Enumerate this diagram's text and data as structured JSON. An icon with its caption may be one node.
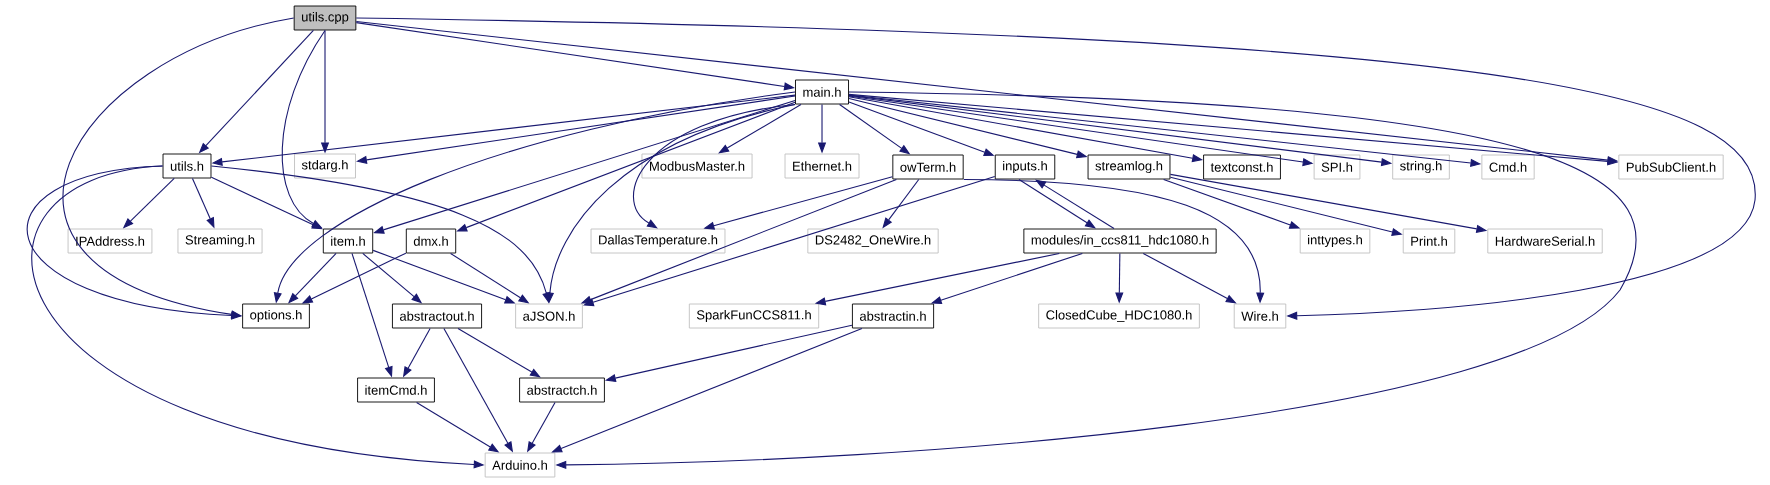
{
  "diagram": {
    "nodes": [
      {
        "text": [
          "utils.cpp"
        ]
      },
      {
        "text": [
          "main.h"
        ]
      },
      {
        "text": [
          "utils.h"
        ]
      },
      {
        "text": [
          "stdarg.h"
        ]
      },
      {
        "text": [
          "ModbusMaster.h"
        ]
      },
      {
        "text": [
          "Ethernet.h"
        ]
      },
      {
        "text": [
          "owTerm.h"
        ]
      },
      {
        "text": [
          "inputs.h"
        ]
      },
      {
        "text": [
          "streamlog.h"
        ]
      },
      {
        "text": [
          "textconst.h"
        ]
      },
      {
        "text": [
          "SPI.h"
        ]
      },
      {
        "text": [
          "string.h"
        ]
      },
      {
        "text": [
          "Cmd.h"
        ]
      },
      {
        "text": [
          "PubSubClient.h"
        ]
      },
      {
        "text": [
          "IPAddress.h"
        ]
      },
      {
        "text": [
          "Streaming.h"
        ]
      },
      {
        "text": [
          "item.h"
        ]
      },
      {
        "text": [
          "dmx.h"
        ]
      },
      {
        "text": [
          "DallasTemperature.h"
        ]
      },
      {
        "text": [
          "DS2482_OneWire.h"
        ]
      },
      {
        "text": [
          "modules/in_ccs811_hdc1080.h"
        ]
      },
      {
        "text": [
          "inttypes.h"
        ]
      },
      {
        "text": [
          "Print.h"
        ]
      },
      {
        "text": [
          "HardwareSerial.h"
        ]
      },
      {
        "text": [
          "options.h"
        ]
      },
      {
        "text": [
          "abstractout.h"
        ]
      },
      {
        "text": [
          "aJSON.h"
        ]
      },
      {
        "text": [
          "SparkFunCCS811.h"
        ]
      },
      {
        "text": [
          "abstractin.h"
        ]
      },
      {
        "text": [
          "ClosedCube_HDC1080.h"
        ]
      },
      {
        "text": [
          "Wire.h"
        ]
      },
      {
        "text": [
          "itemCmd.h"
        ]
      },
      {
        "text": [
          "abstractch.h"
        ]
      },
      {
        "text": [
          "Arduino.h"
        ]
      }
    ],
    "edges": [
      {
        "from": 0,
        "to": 1,
        "arrow": "to"
      },
      {
        "from": 0,
        "to": 2,
        "arrow": "to"
      },
      {
        "from": 0,
        "to": 3,
        "arrow": "to"
      },
      {
        "from": 0,
        "to": 16,
        "arrow": "to"
      },
      {
        "from": 0,
        "to": 24,
        "arrow": "to"
      },
      {
        "from": 0,
        "to": 13,
        "arrow": "to"
      },
      {
        "from": 0,
        "to": 30,
        "arrow": "to"
      },
      {
        "from": 1,
        "to": 2,
        "arrow": "to"
      },
      {
        "from": 1,
        "to": 3,
        "arrow": "to"
      },
      {
        "from": 1,
        "to": 24,
        "arrow": "to"
      },
      {
        "from": 1,
        "to": 16,
        "arrow": "to"
      },
      {
        "from": 1,
        "to": 17,
        "arrow": "to"
      },
      {
        "from": 1,
        "to": 26,
        "arrow": "to"
      },
      {
        "from": 1,
        "to": 18,
        "arrow": "to"
      },
      {
        "from": 1,
        "to": 4,
        "arrow": "to"
      },
      {
        "from": 1,
        "to": 5,
        "arrow": "to"
      },
      {
        "from": 1,
        "to": 6,
        "arrow": "to"
      },
      {
        "from": 1,
        "to": 7,
        "arrow": "to"
      },
      {
        "from": 1,
        "to": 8,
        "arrow": "to"
      },
      {
        "from": 1,
        "to": 9,
        "arrow": "to"
      },
      {
        "from": 1,
        "to": 10,
        "arrow": "to"
      },
      {
        "from": 1,
        "to": 11,
        "arrow": "to"
      },
      {
        "from": 1,
        "to": 12,
        "arrow": "to"
      },
      {
        "from": 1,
        "to": 13,
        "arrow": "to"
      },
      {
        "from": 1,
        "to": 33,
        "arrow": "to"
      },
      {
        "from": 2,
        "to": 14,
        "arrow": "to"
      },
      {
        "from": 2,
        "to": 15,
        "arrow": "to"
      },
      {
        "from": 2,
        "to": 16,
        "arrow": "to"
      },
      {
        "from": 2,
        "to": 26,
        "arrow": "to"
      },
      {
        "from": 2,
        "to": 24,
        "arrow": "to"
      },
      {
        "from": 2,
        "to": 33,
        "arrow": "to"
      },
      {
        "from": 6,
        "to": 18,
        "arrow": "to"
      },
      {
        "from": 6,
        "to": 19,
        "arrow": "to"
      },
      {
        "from": 6,
        "to": 26,
        "arrow": "to"
      },
      {
        "from": 6,
        "to": 30,
        "arrow": "to"
      },
      {
        "from": 7,
        "to": 26,
        "arrow": "to"
      },
      {
        "from": 7,
        "to": 20,
        "arrow": "to"
      },
      {
        "from": 20,
        "to": 7,
        "arrow": "to"
      },
      {
        "from": 8,
        "to": 21,
        "arrow": "to"
      },
      {
        "from": 8,
        "to": 22,
        "arrow": "to"
      },
      {
        "from": 8,
        "to": 23,
        "arrow": "to"
      },
      {
        "from": 20,
        "to": 27,
        "arrow": "to"
      },
      {
        "from": 20,
        "to": 28,
        "arrow": "to"
      },
      {
        "from": 20,
        "to": 29,
        "arrow": "to"
      },
      {
        "from": 20,
        "to": 30,
        "arrow": "to"
      },
      {
        "from": 16,
        "to": 24,
        "arrow": "to"
      },
      {
        "from": 16,
        "to": 26,
        "arrow": "to"
      },
      {
        "from": 16,
        "to": 25,
        "arrow": "to"
      },
      {
        "from": 16,
        "to": 31,
        "arrow": "to"
      },
      {
        "from": 17,
        "to": 24,
        "arrow": "to"
      },
      {
        "from": 17,
        "to": 26,
        "arrow": "to"
      },
      {
        "from": 25,
        "to": 31,
        "arrow": "to"
      },
      {
        "from": 25,
        "to": 32,
        "arrow": "to"
      },
      {
        "from": 25,
        "to": 33,
        "arrow": "to"
      },
      {
        "from": 28,
        "to": 32,
        "arrow": "to"
      },
      {
        "from": 28,
        "to": 33,
        "arrow": "to"
      },
      {
        "from": 31,
        "to": 33,
        "arrow": "to"
      },
      {
        "from": 32,
        "to": 33,
        "arrow": "to"
      }
    ]
  }
}
